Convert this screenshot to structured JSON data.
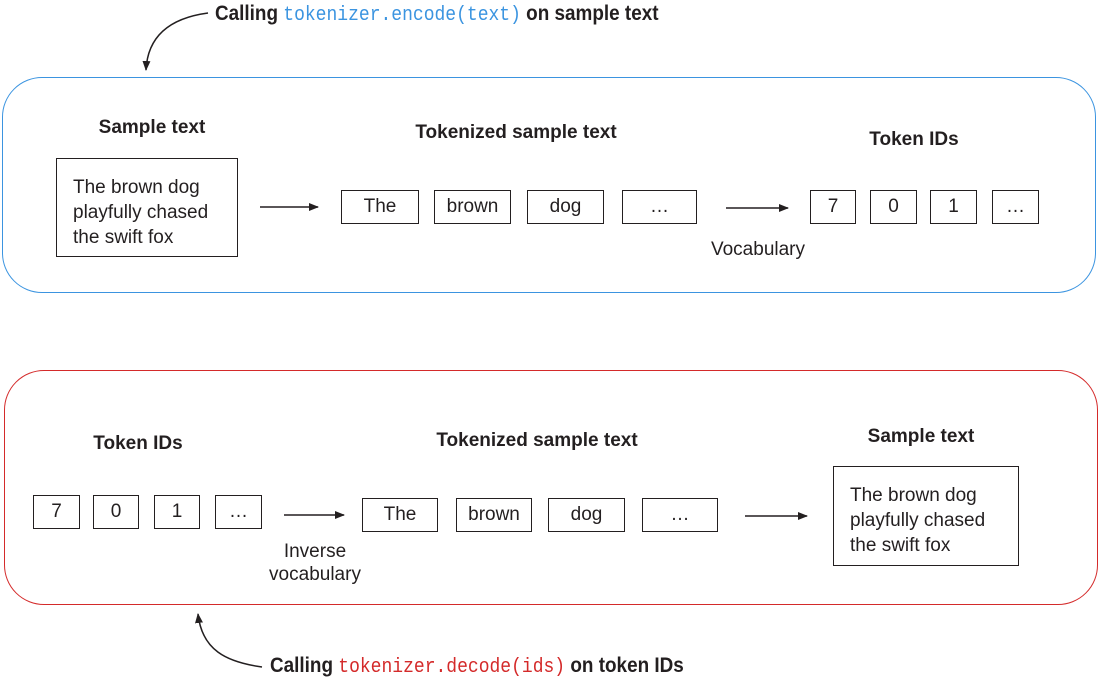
{
  "encode": {
    "callout_prefix": "Calling",
    "callout_code": "tokenizer.encode(text)",
    "callout_suffix": "on sample text",
    "sample_heading": "Sample text",
    "sample_lines": [
      "The brown dog",
      "playfully chased",
      "the swift fox"
    ],
    "tokenized_heading": "Tokenized sample text",
    "tokens": [
      "The",
      "brown",
      "dog",
      "…"
    ],
    "vocab_label": "Vocabulary",
    "ids_heading": "Token IDs",
    "ids": [
      "7",
      "0",
      "1",
      "…"
    ]
  },
  "decode": {
    "callout_prefix": "Calling",
    "callout_code": "tokenizer.decode(ids)",
    "callout_suffix": "on token IDs",
    "ids_heading": "Token IDs",
    "ids": [
      "7",
      "0",
      "1",
      "…"
    ],
    "inverse_vocab_label_lines": [
      "Inverse",
      "vocabulary"
    ],
    "tokenized_heading": "Tokenized sample text",
    "tokens": [
      "The",
      "brown",
      "dog",
      "…"
    ],
    "sample_heading": "Sample text",
    "sample_lines": [
      "The brown dog",
      "playfully chased",
      "the swift fox"
    ]
  },
  "colors": {
    "encode_accent": "#3b94e0",
    "decode_accent": "#d42a2a",
    "ink": "#231f20"
  }
}
